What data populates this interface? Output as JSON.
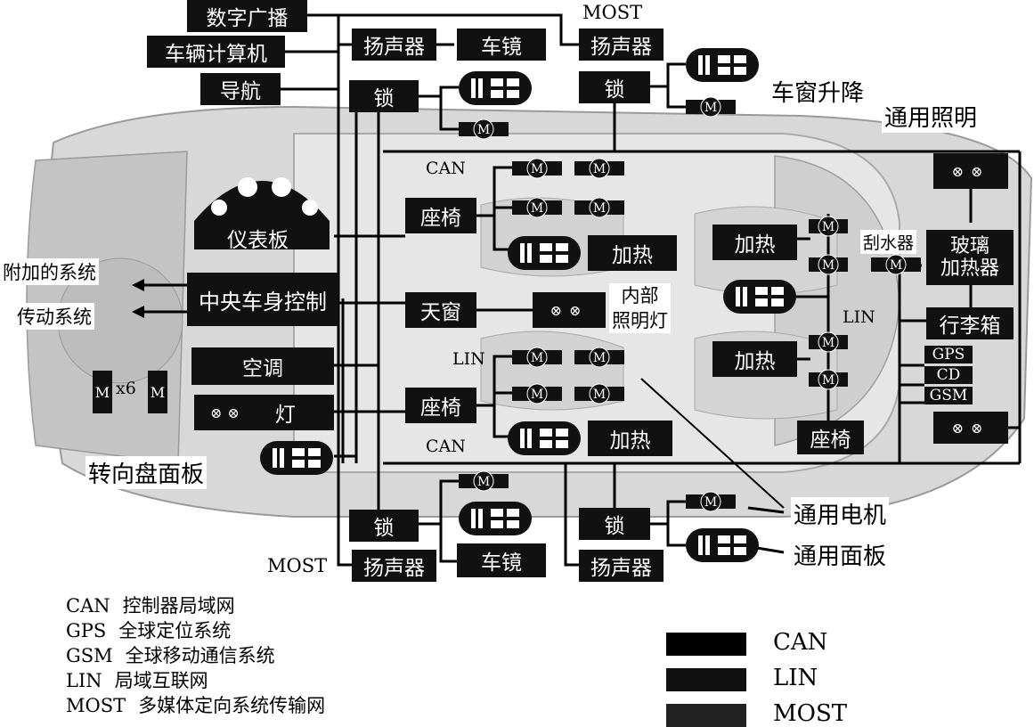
{
  "boxes": {
    "digital_broadcast": "数字广播",
    "vehicle_computer": "车辆计算机",
    "navigation": "导航",
    "speaker_front_left": "扬声器",
    "speaker_front_right": "扬声器",
    "speaker_rear_left": "扬声器",
    "speaker_rear_right": "扬声器",
    "mirror_front": "车镜",
    "mirror_rear": "车镜",
    "lock_front_left": "锁",
    "lock_front_right": "锁",
    "lock_rear_left": "锁",
    "lock_rear_right": "锁",
    "instrument_panel": "仪表板",
    "central_body_control": "中央车身控制",
    "air_conditioning": "空调",
    "lights": "灯",
    "seat_front": "座椅",
    "seat_rear": "座椅",
    "seat_back": "座椅",
    "sunroof": "天窗",
    "heating_front": "加热",
    "heating_rear": "加热",
    "heating_right_upper": "加热",
    "heating_right_lower": "加热",
    "glass_heater": "玻璃\n加热器",
    "trunk": "行李箱",
    "gps": "GPS",
    "cd": "CD",
    "gsm": "GSM"
  },
  "labels": {
    "most_top": "MOST",
    "most_bottom": "MOST",
    "window_lift": "车窗升降",
    "general_lighting": "通用照明",
    "can_upper": "CAN",
    "can_lower": "CAN",
    "lin_right": "LIN",
    "lin_left": "LIN",
    "wiper": "刮水器",
    "interior_lights": "内部\n照明灯",
    "additional_systems": "附加的系统",
    "drive_system": "传动系统",
    "motor_x6": "x6",
    "steering_panel": "转向盘面板",
    "general_motor": "通用电机",
    "general_panel": "通用面板",
    "motor_letter": "M"
  },
  "legend_abbr": [
    {
      "abbr": "CAN",
      "desc": "控制器局域网"
    },
    {
      "abbr": "GPS",
      "desc": "全球定位系统"
    },
    {
      "abbr": "GSM",
      "desc": "全球移动通信系统"
    },
    {
      "abbr": "LIN",
      "desc": "局域互联网"
    },
    {
      "abbr": "MOST",
      "desc": "多媒体定向系统传输网"
    }
  ],
  "legend_bus": [
    {
      "name": "CAN",
      "color": "#000000"
    },
    {
      "name": "LIN",
      "color": "#111111"
    },
    {
      "name": "MOST",
      "color": "#222222"
    }
  ]
}
